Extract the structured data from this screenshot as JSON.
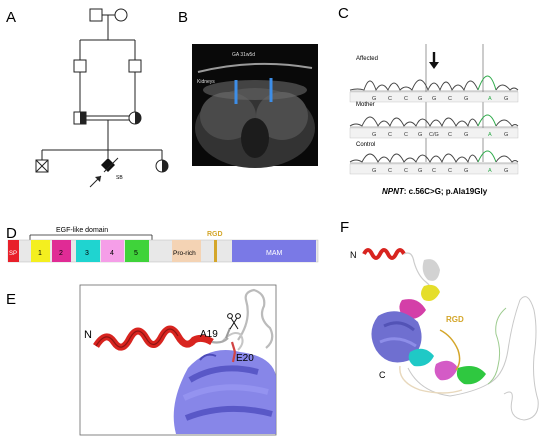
{
  "panels": {
    "A": {
      "letter": "A",
      "sb_label": "SB"
    },
    "B": {
      "letter": "B",
      "ga_label": "GA  31w5d",
      "kidneys_label": "Kidneys"
    },
    "C": {
      "letter": "C",
      "rows": [
        {
          "label": "Affected",
          "bases": [
            "G",
            "C",
            "C",
            "G",
            "G",
            "C",
            "G",
            "A",
            "G"
          ]
        },
        {
          "label": "Mother",
          "bases": [
            "G",
            "C",
            "C",
            "G",
            "C/G",
            "C",
            "G",
            "A",
            "G"
          ]
        },
        {
          "label": "Control",
          "bases": [
            "G",
            "C",
            "C",
            "G",
            "C",
            "C",
            "G",
            "A",
            "G"
          ]
        }
      ],
      "caption_gene": "NPNT",
      "caption_variant": ": c.56C>G; p.Ala19Gly"
    },
    "D": {
      "letter": "D",
      "egf_label": "EGF-like domain",
      "rgd_label": "RGD",
      "domains": [
        {
          "label": "SP",
          "color": "#e8202a"
        },
        {
          "label": "1",
          "color": "#f4ef1f"
        },
        {
          "label": "2",
          "color": "#e02b95"
        },
        {
          "label": "3",
          "color": "#1fd4d0"
        },
        {
          "label": "4",
          "color": "#f59ee8"
        },
        {
          "label": "5",
          "color": "#3fd33a"
        },
        {
          "label": "Pro-rich",
          "color": "#f4d3b4"
        },
        {
          "label": "MAM",
          "color": "#7a79e6"
        }
      ]
    },
    "E": {
      "letter": "E",
      "n_label": "N",
      "a19_label": "A19",
      "e20_label": "E20",
      "scissors_icon": "scissors-icon"
    },
    "F": {
      "letter": "F",
      "n_label": "N",
      "c_label": "C",
      "rgd_label": "RGD"
    }
  },
  "colors": {
    "helix": "#d8241f",
    "mam": "#6f6fd0",
    "rgd": "#d4a62a"
  }
}
